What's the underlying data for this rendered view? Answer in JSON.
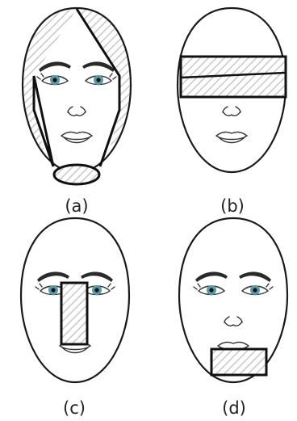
{
  "panels": [
    {
      "id": "a",
      "label": "(a)"
    },
    {
      "id": "b",
      "label": "(b)"
    },
    {
      "id": "c",
      "label": "(c)"
    },
    {
      "id": "d",
      "label": "(d)"
    }
  ],
  "colors": {
    "outline": "#1a1a1a",
    "hatch": "#c8c8c8",
    "iris": "#5a9aa8",
    "background": "#ffffff"
  }
}
